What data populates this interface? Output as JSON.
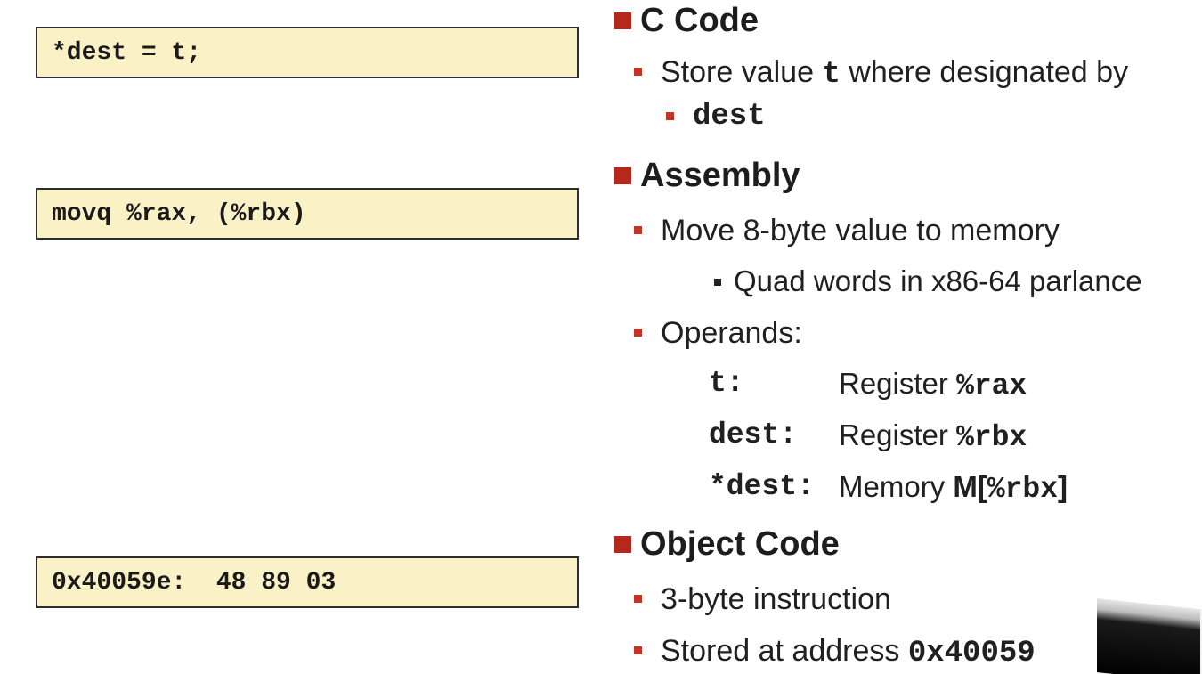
{
  "left": {
    "c_code": "*dest = t;",
    "assembly": "movq %rax, (%rbx)",
    "object_code": "0x40059e:  48 89 03"
  },
  "right": {
    "sections": {
      "c_code": {
        "title": "C Code",
        "bullet": {
          "prefix": "Store value ",
          "t": "t",
          "suffix": " where designated by",
          "dest": "dest"
        }
      },
      "assembly": {
        "title": "Assembly",
        "bullet1": "Move 8-byte value to memory",
        "sub1": "Quad words in x86-64 parlance",
        "bullet2": "Operands:",
        "operands": [
          {
            "name": "t:",
            "desc_text": "Register ",
            "desc_mono": "%rax"
          },
          {
            "name": "dest:",
            "desc_text": "Register ",
            "desc_mono": "%rbx"
          },
          {
            "name": "*dest:",
            "desc_text": "Memory ",
            "desc_bold_sans": "M[",
            "desc_mono": "%rbx",
            "desc_bold_sans_end": "]"
          }
        ]
      },
      "object_code": {
        "title": "Object Code",
        "bullet1": "3-byte instruction",
        "bullet2_prefix": "Stored at address ",
        "bullet2_mono": "0x40059"
      }
    }
  },
  "colors": {
    "accent_red": "#b5281b",
    "code_bg": "#fbf1c7"
  },
  "icons": {
    "heading_bullet": "square-bullet-icon",
    "item_bullet": "small-square-bullet-icon"
  }
}
